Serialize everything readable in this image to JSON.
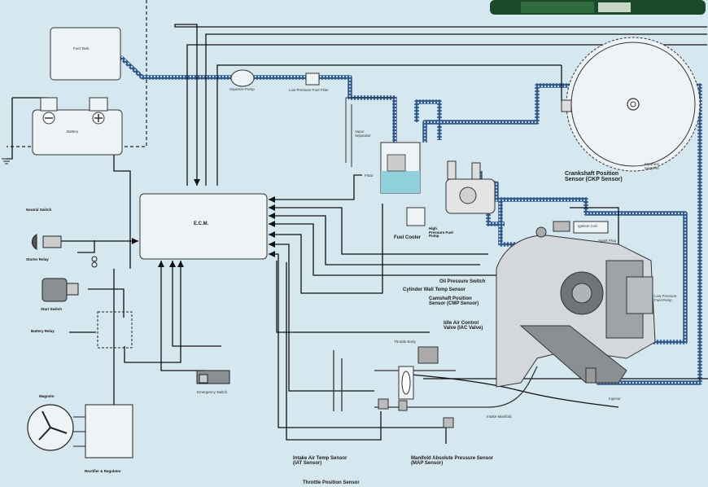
{
  "labels": {
    "fuel_tank": "Fuel Tank",
    "battery": "Battery",
    "squeeze_pump": "Squeeze Pump",
    "low_pressure_fuel_filter": "Low Pressure Fuel Filter",
    "vapor_separator": "Vapor Separator",
    "float": "Float",
    "ecm": "E.C.M.",
    "fuel_cooler": "Fuel Cooler",
    "high_pressure_fuel_pump": "High Pressure Fuel Pump",
    "crankshaft_position_sensor": "Crankshaft Position\nSensor (CKP Sensor)",
    "flywheel_magneto": "Flywheel\nMagneto",
    "ignition_coil": "Ignition Coil",
    "spark_plug": "Spark Plug",
    "low_pressure_fuel_pump": "Low Pressure\nFuel Pump",
    "oil_pressure_switch": "Oil Pressure Switch",
    "cylinder_wall_temp_sensor": "Cylinder Wall Temp Sensor",
    "camshaft_position_sensor": "Camshaft Position\nSensor (CMP Sensor)",
    "iac_valve": "Idle Air Control\nValve (IAC Valve)",
    "throttle_body": "Throttle Body",
    "intake_manifold": "Intake Manifold",
    "injector": "Injector",
    "neutral_switch": "Neutral Switch",
    "starter_relay": "Starter Relay",
    "start_switch": "Start Switch",
    "battery_relay": "Battery Relay",
    "emergency_switch": "Emergency Switch",
    "magneto": "Magneto",
    "rectifier_regulator": "Rectifier & Regulator",
    "iat_sensor": "Intake Air Temp Sensor\n(IAT Sensor)",
    "map_sensor": "Manifold Absolute Pressure Sensor\n(MAP Sensor)",
    "tp_sensor": "Throttle Position Sensor"
  }
}
